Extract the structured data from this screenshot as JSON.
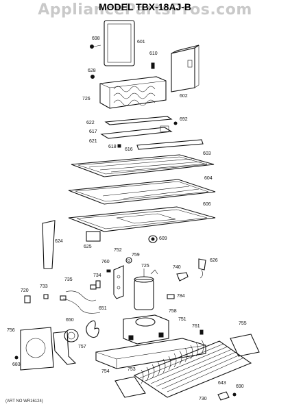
{
  "watermark": "AppliancePartsPros.com",
  "title": "MODEL TBX-18AJ-B",
  "footnote": "(ART NO WR16124)",
  "callouts": [
    "698",
    "601",
    "610",
    "628",
    "726",
    "602",
    "622",
    "692",
    "617",
    "621",
    "618",
    "616",
    "603",
    "604",
    "606",
    "624",
    "609",
    "625",
    "752",
    "759",
    "760",
    "725",
    "740",
    "626",
    "735",
    "733",
    "734",
    "784",
    "720",
    "650",
    "651",
    "758",
    "751",
    "761",
    "755",
    "756",
    "757",
    "683",
    "754",
    "753",
    "730",
    "643",
    "690"
  ]
}
